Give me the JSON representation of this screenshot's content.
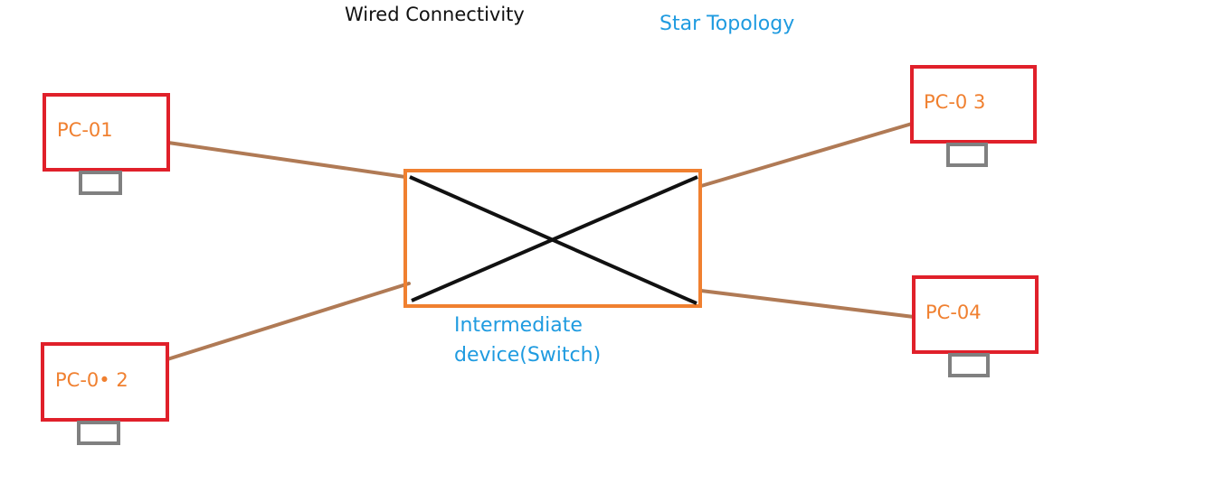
{
  "diagram": {
    "title": "Wired Connectivity",
    "topology_label": "Star Topology",
    "switch": {
      "label_line1": "Intermediate",
      "label_line2": "device(Switch)"
    },
    "pcs": [
      {
        "id": "pc1",
        "label": "PC-01"
      },
      {
        "id": "pc2",
        "label": "PC-0• 2"
      },
      {
        "id": "pc3",
        "label": "PC-0 3"
      },
      {
        "id": "pc4",
        "label": "PC-04"
      }
    ],
    "colors": {
      "pc_border": "#e0202a",
      "pc_label": "#f08030",
      "switch_border": "#f08030",
      "cable": "#b07a55",
      "switch_cross": "#111111",
      "base": "#808080",
      "accent_text": "#1f9be0"
    }
  }
}
